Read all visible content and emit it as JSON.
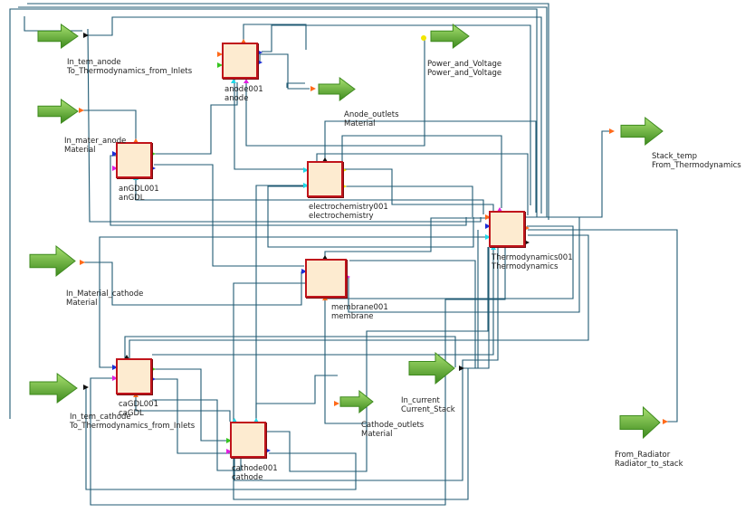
{
  "blocks": [
    {
      "id": "anode",
      "label": "anode001",
      "type": "anode"
    },
    {
      "id": "anGDL",
      "label": "anGDL001",
      "type": "anGDL"
    },
    {
      "id": "electrochem",
      "label": "electrochemistry001",
      "type": "electrochemistry"
    },
    {
      "id": "thermo",
      "label": "Thermodynamics001",
      "type": "Thermodynamics"
    },
    {
      "id": "membrane",
      "label": "membrane001",
      "type": "membrane"
    },
    {
      "id": "caGDL",
      "label": "caGDL001",
      "type": "caGDL"
    },
    {
      "id": "cathode",
      "label": "cathode001",
      "type": "cathode"
    }
  ],
  "ports": [
    {
      "id": "in_tem_anode",
      "label": "In_tem_anode",
      "type": "To_Thermodynamics_from_Inlets",
      "direction": "in"
    },
    {
      "id": "in_mater_anode",
      "label": "In_mater_anode",
      "type": "Material",
      "direction": "in"
    },
    {
      "id": "in_material_cathode",
      "label": "In_Material_cathode",
      "type": "Material",
      "direction": "in"
    },
    {
      "id": "in_tem_cathode",
      "label": "In_tem_cathode",
      "type": "To_Thermodynamics_from_Inlets",
      "direction": "in"
    },
    {
      "id": "power_voltage",
      "label": "Power_and_Voltage",
      "type": "Power_and_Voltage",
      "direction": "out"
    },
    {
      "id": "anode_outlets",
      "label": "Anode_outlets",
      "type": "Material",
      "direction": "out"
    },
    {
      "id": "stack_temp",
      "label": "Stack_temp",
      "type": "From_Thermodynamics",
      "direction": "out"
    },
    {
      "id": "in_current",
      "label": "In_current",
      "type": "Current_Stack",
      "direction": "in"
    },
    {
      "id": "cathode_outlets",
      "label": "Cathode_outlets",
      "type": "Material",
      "direction": "out"
    },
    {
      "id": "from_radiator",
      "label": "From_Radiator",
      "type": "Radiator_to_stack",
      "direction": "in"
    }
  ],
  "colors": {
    "wire": "#1f5a73",
    "block_fill": "#fdebd0",
    "block_border": "#c0141b",
    "arrow_light": "#8ed24a",
    "arrow_dark": "#3e8a1e",
    "port_orange": "#ff6a1a",
    "port_blue": "#1c2fd6",
    "port_green": "#37c51f",
    "port_magenta": "#e020e0",
    "port_cyan": "#20d8e8",
    "port_yellow": "#f2e600"
  }
}
